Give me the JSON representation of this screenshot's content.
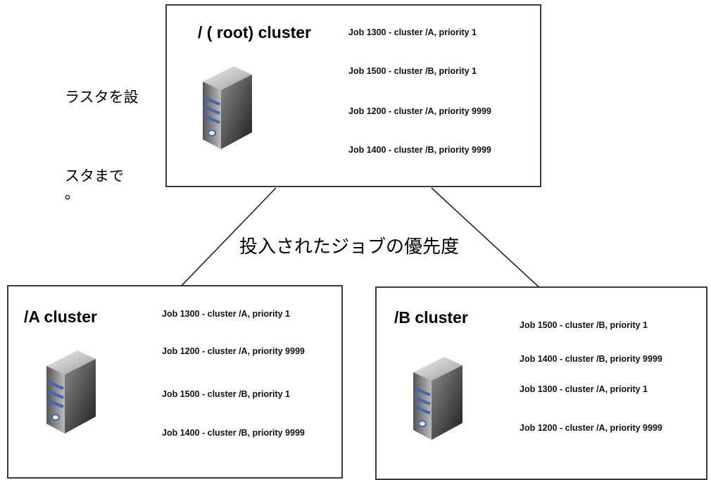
{
  "left_text": {
    "line1": "ラスタを設",
    "line2": "スタまで",
    "line3": "。"
  },
  "middle_label": "投入されたジョブの優先度",
  "root": {
    "title": "/ ( root) cluster",
    "jobs": [
      "Job 1300 - cluster /A, priority 1",
      "Job 1500 - cluster /B, priority 1",
      "Job 1200 - cluster /A, priority 9999",
      "Job 1400 - cluster /B, priority 9999"
    ]
  },
  "cluster_a": {
    "title": "/A cluster",
    "jobs": [
      "Job 1300 - cluster /A, priority 1",
      "Job 1200 - cluster /A, priority 9999",
      "Job 1500 - cluster /B, priority 1",
      "Job 1400 - cluster /B, priority 9999"
    ]
  },
  "cluster_b": {
    "title": "/B cluster",
    "jobs": [
      "Job 1500 - cluster /B, priority 1",
      "Job 1400 - cluster /B, priority 9999",
      "Job 1300 - cluster /A, priority 1",
      "Job 1200 - cluster /A, priority 9999"
    ]
  },
  "icons": {
    "server": "server-tower-icon"
  },
  "colors": {
    "border": "#3a3a3a",
    "server_body": "#4a4a4a",
    "server_stripe": "#3f67b3"
  }
}
